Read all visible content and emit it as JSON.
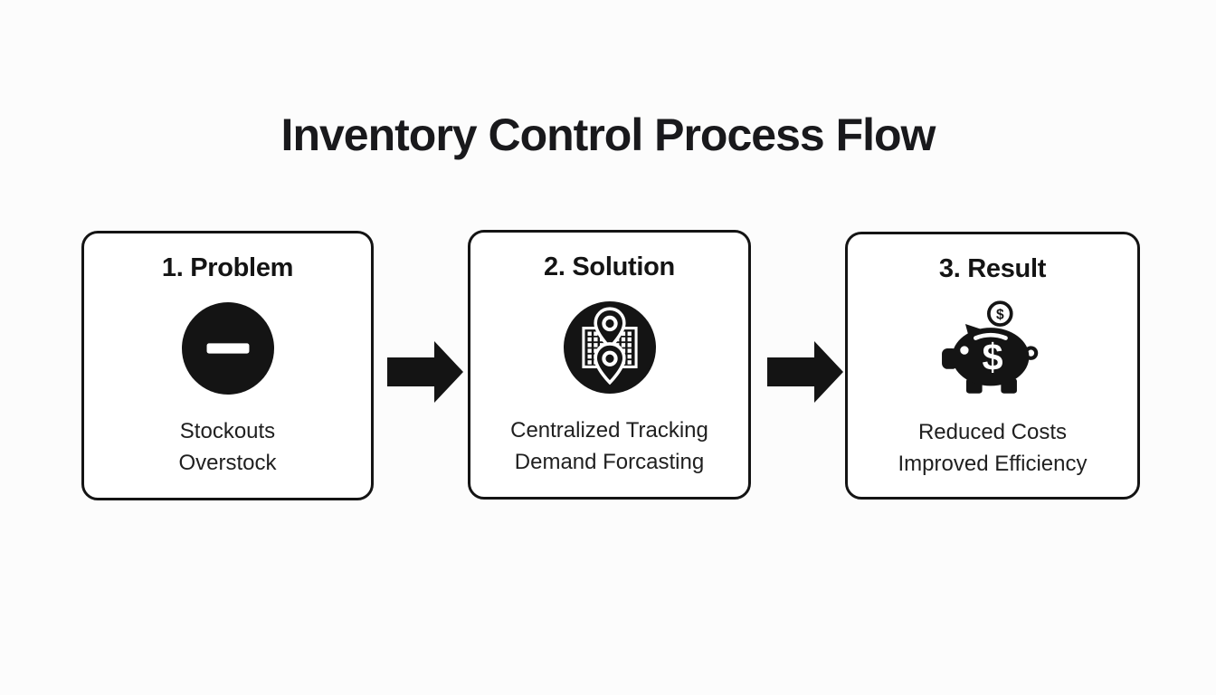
{
  "diagram": {
    "title": "Inventory Control Process Flow",
    "colors": {
      "background": "#fcfcfc",
      "box_fill": "#ffffff",
      "ink": "#141414"
    },
    "steps": [
      {
        "heading": "1. Problem",
        "icon": "minus-circle-icon",
        "lines": [
          "Stockouts",
          "Overstock"
        ]
      },
      {
        "heading": "2. Solution",
        "icon": "map-pins-tracking-icon",
        "lines": [
          "Centralized Tracking",
          "Demand Forcasting"
        ]
      },
      {
        "heading": "3. Result",
        "icon": "piggy-bank-icon",
        "lines": [
          "Reduced Costs",
          "Improved Efficiency"
        ]
      }
    ],
    "arrows": [
      "right-arrow-icon",
      "right-arrow-icon"
    ]
  }
}
